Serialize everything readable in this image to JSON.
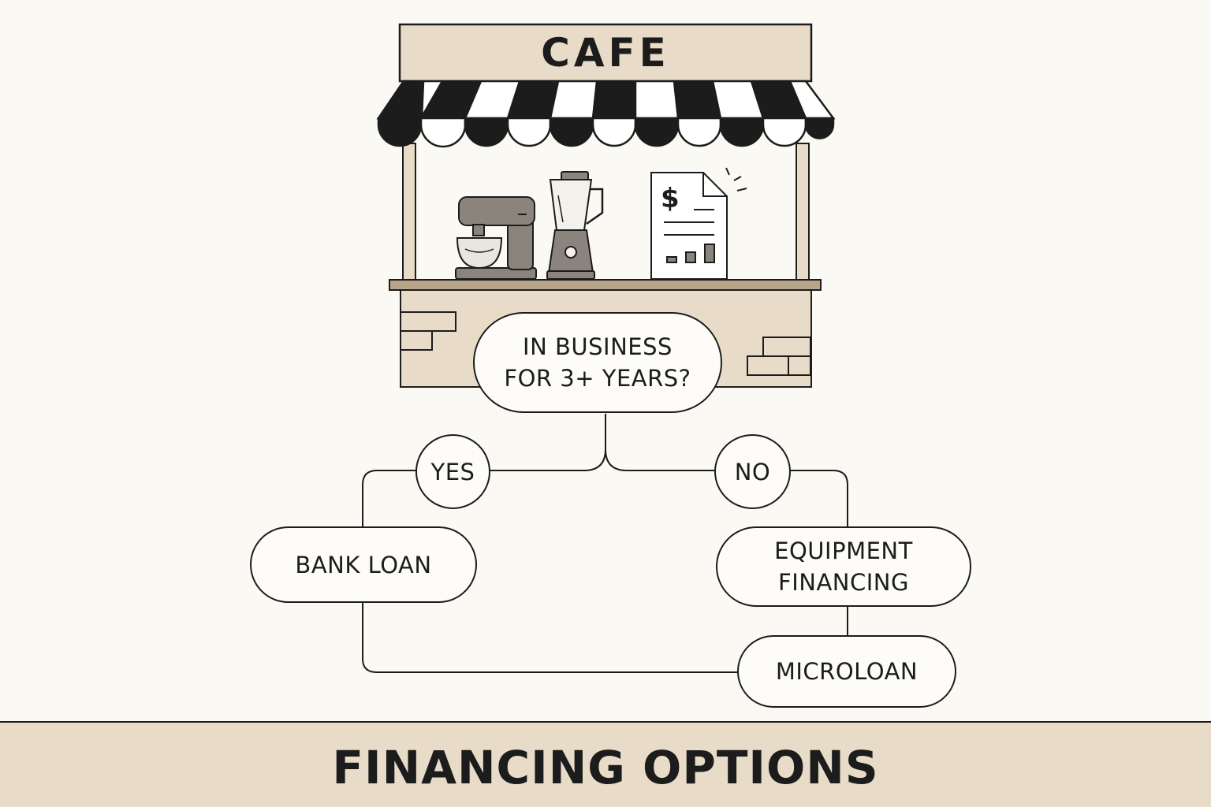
{
  "sign": {
    "text": "CAFE"
  },
  "icons": {
    "stand_mixer": "stand-mixer-icon",
    "blender": "blender-icon",
    "invoice": "invoice-icon",
    "awning": "striped-awning",
    "brick": "brick-wall"
  },
  "invoice": {
    "currency_symbol": "$"
  },
  "flowchart": {
    "question": {
      "line1": "IN BUSINESS",
      "line2": "FOR 3+ YEARS?"
    },
    "yes_label": "YES",
    "no_label": "NO",
    "yes_outcome": "BANK LOAN",
    "no_outcome": {
      "line1": "EQUIPMENT",
      "line2": "FINANCING"
    },
    "shared_outcome": "MICROLOAN"
  },
  "footer": {
    "title": "FINANCING OPTIONS"
  },
  "colors": {
    "background": "#fbf9f3",
    "beige": "#e8dcc8",
    "ink": "#1c1c1c",
    "appliance_gray": "#8a847c",
    "counter_brown": "#b9a58a"
  }
}
